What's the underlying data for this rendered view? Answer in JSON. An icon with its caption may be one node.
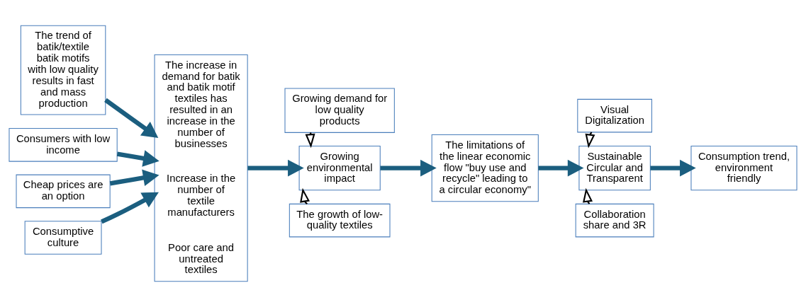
{
  "diagram": {
    "nodes": [
      {
        "text": [
          "The trend of batik/textile batik motifs with low quality results in fast and mass production"
        ]
      },
      {
        "text": [
          "Consumers with low income"
        ]
      },
      {
        "text": [
          "Cheap prices are an option"
        ]
      },
      {
        "text": [
          "Consumptive culture"
        ]
      },
      {
        "text": [
          "The increase in demand for batik and batik motif textiles has resulted in an increase in the number of businesses",
          "Increase in the number of textile manufacturers",
          "Poor care and untreated textiles"
        ]
      },
      {
        "text": [
          "Growing demand for low quality products"
        ]
      },
      {
        "text": [
          "Growing environmental impact"
        ]
      },
      {
        "text": [
          "The growth of low-quality textiles"
        ]
      },
      {
        "text": [
          "The limitations of the linear economic flow \"buy use and recycle\" leading to a circular economy\""
        ]
      },
      {
        "text": [
          "Visual Digitalization"
        ]
      },
      {
        "text": [
          "Sustainable Circular and Transparent"
        ]
      },
      {
        "text": [
          "Collaboration share and 3R"
        ]
      },
      {
        "text": [
          "Consumption trend, environment friendly"
        ]
      }
    ],
    "edges": [
      {
        "from": 0,
        "to": 4,
        "arrow": "to"
      },
      {
        "from": 1,
        "to": 4,
        "arrow": "to"
      },
      {
        "from": 2,
        "to": 4,
        "arrow": "to"
      },
      {
        "from": 3,
        "to": 4,
        "arrow": "to"
      },
      {
        "from": 4,
        "to": 6,
        "arrow": "to"
      },
      {
        "from": 5,
        "to": 6,
        "arrow": "to",
        "color": "#000000"
      },
      {
        "from": 7,
        "to": 6,
        "arrow": "to",
        "color": "#000000"
      },
      {
        "from": 6,
        "to": 8,
        "arrow": "to"
      },
      {
        "from": 8,
        "to": 10,
        "arrow": "to"
      },
      {
        "from": 9,
        "to": 10,
        "arrow": "to",
        "color": "#000000"
      },
      {
        "from": 11,
        "to": 10,
        "arrow": "to",
        "color": "#000000"
      },
      {
        "from": 10,
        "to": 12,
        "arrow": "to"
      }
    ]
  }
}
